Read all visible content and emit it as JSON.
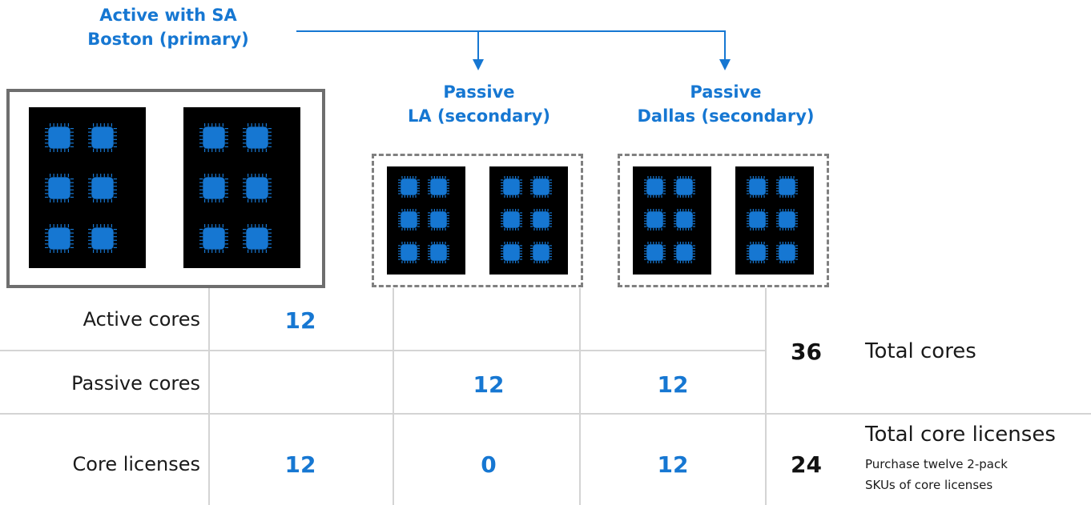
{
  "sites": {
    "boston": {
      "line1": "Active with SA",
      "line2": "Boston (primary)"
    },
    "la": {
      "line1": "Passive",
      "line2": "LA (secondary)"
    },
    "dallas": {
      "line1": "Passive",
      "line2": "Dallas (secondary)"
    }
  },
  "icons": {
    "server": "server-rack-icon",
    "chip": "cpu-core-icon"
  },
  "colors": {
    "accent": "#1677d2",
    "server": "#000000",
    "gridline": "#d4d4d4",
    "primary_border": "#6e6e6e",
    "secondary_border": "#808080"
  },
  "table": {
    "rows": [
      {
        "label": "Active cores",
        "boston": "12",
        "la": "",
        "dallas": ""
      },
      {
        "label": "Passive cores",
        "boston": "",
        "la": "12",
        "dallas": "12"
      },
      {
        "label": "Core licenses",
        "boston": "12",
        "la": "0",
        "dallas": "12"
      }
    ]
  },
  "totals": {
    "cores": {
      "value": "36",
      "label": "Total cores"
    },
    "licenses": {
      "value": "24",
      "label": "Total core licenses",
      "note_line1": "Purchase twelve 2-pack",
      "note_line2": "SKUs of core licenses"
    }
  }
}
